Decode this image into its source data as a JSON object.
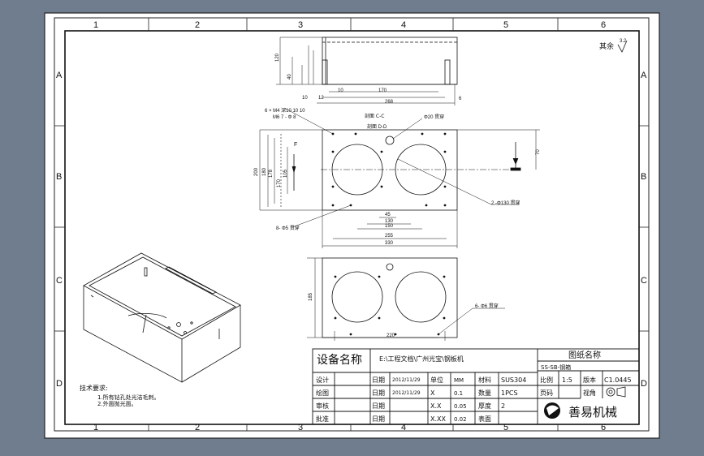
{
  "border": {
    "columns": [
      "1",
      "2",
      "3",
      "4",
      "5",
      "6"
    ],
    "rows": [
      "A",
      "B",
      "C",
      "D"
    ]
  },
  "surface_mark": {
    "label": "其余",
    "value": "3.2"
  },
  "views": {
    "top": {
      "dims": [
        "120",
        "40",
        "10",
        "12",
        "10",
        "170",
        "268",
        "6"
      ],
      "section_label": "剖面 C-C"
    },
    "front": {
      "note_left": "6 ×  M4 深10 10 10",
      "note_left2": "M6 7 - Φ 8",
      "hole_top": "Φ20 贯穿",
      "hole_big": "2 -Φ130 贯穿",
      "hole_small": "8- Φ5 贯穿",
      "section_label": "剖面 D-D",
      "dims_v": [
        "200",
        "180",
        "178",
        "170",
        "105",
        "70"
      ],
      "dims_h": [
        "45",
        "130",
        "150",
        "255",
        "330"
      ],
      "label_f": "F"
    },
    "bottom": {
      "dim_h": "220",
      "dim_v": "185",
      "hole_note": "6- Φ6 贯穿"
    }
  },
  "notes": {
    "title": "技术要求:",
    "items": [
      "1.所有钻孔处光洁毛刺。",
      "2.外面抛光面。"
    ]
  },
  "title_block": {
    "name_label": "设备名称",
    "path": "E:\\工程文档\\广州光宝\\钢板机",
    "drawing_name_label": "图纸名称",
    "drawing_name": "SS-SB-钢箱",
    "rows": [
      {
        "role": "设计",
        "date_label": "日期",
        "date": "2012/11/29",
        "unit_label": "单位",
        "unit": "MM",
        "material_label": "材料",
        "material": "SUS304"
      },
      {
        "role": "绘图",
        "date_label": "日期",
        "date": "2012/11/29",
        "unit_label": "X",
        "unit": "0.1",
        "material_label": "数量",
        "material": "1PCS"
      },
      {
        "role": "审核",
        "date_label": "日期",
        "date": "",
        "unit_label": "X.X",
        "unit": "0.05",
        "material_label": "厚度",
        "material": "2"
      },
      {
        "role": "批准",
        "date_label": "日期",
        "date": "",
        "unit_label": "X.XX",
        "unit": "0.02",
        "material_label": "表面",
        "material": ""
      }
    ],
    "scale_label": "比例",
    "scale": "1:5",
    "sheet_label": "版本",
    "sheet": "C1.0445",
    "view_label": "视角",
    "page_label": "页码",
    "company": "善易机械"
  }
}
